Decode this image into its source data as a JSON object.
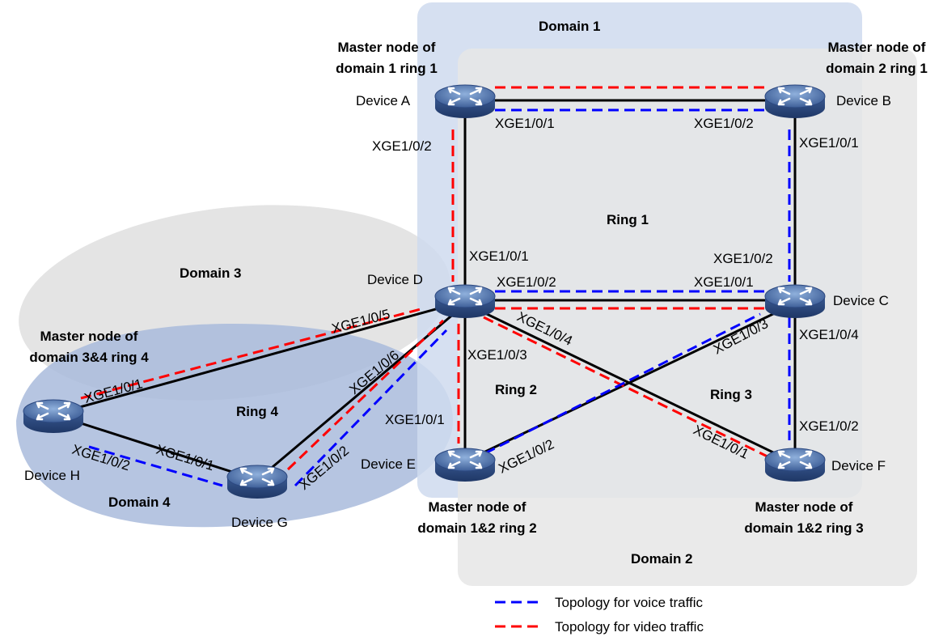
{
  "domains": {
    "d1": "Domain 1",
    "d2": "Domain 2",
    "d3": "Domain 3",
    "d4": "Domain 4"
  },
  "rings": {
    "r1": "Ring 1",
    "r2": "Ring 2",
    "r3": "Ring 3",
    "r4": "Ring 4"
  },
  "devices": {
    "a": "Device A",
    "b": "Device B",
    "c": "Device C",
    "d": "Device D",
    "e": "Device E",
    "f": "Device F",
    "g": "Device G",
    "h": "Device H"
  },
  "masters": {
    "a": [
      "Master node of",
      "domain 1 ring 1"
    ],
    "b": [
      "Master node of",
      "domain 2 ring 1"
    ],
    "h": [
      "Master node of",
      "domain 3&4 ring 4"
    ],
    "e": [
      "Master node of",
      "domain 1&2 ring 2"
    ],
    "f": [
      "Master node of",
      "domain 1&2 ring 3"
    ]
  },
  "ports": {
    "a_right": "XGE1/0/1",
    "a_down": "XGE1/0/2",
    "b_left": "XGE1/0/2",
    "b_down": "XGE1/0/1",
    "d_up": "XGE1/0/1",
    "d_right": "XGE1/0/2",
    "d_down": "XGE1/0/3",
    "d_f": "XGE1/0/4",
    "d_h": "XGE1/0/5",
    "d_g": "XGE1/0/6",
    "c_up": "XGE1/0/2",
    "c_left": "XGE1/0/1",
    "c_e": "XGE1/0/3",
    "c_down": "XGE1/0/4",
    "e_up": "XGE1/0/1",
    "e_c": "XGE1/0/2",
    "f_up": "XGE1/0/2",
    "f_d": "XGE1/0/1",
    "h_d": "XGE1/0/1",
    "h_g": "XGE1/0/2",
    "g_h": "XGE1/0/1",
    "g_d": "XGE1/0/2"
  },
  "legend": {
    "voice": "Topology for voice traffic",
    "video": "Topology for video traffic"
  },
  "colors": {
    "voice": "#0000ff",
    "video": "#ff0000",
    "domain1_fill": "#d4dff0",
    "domain2_fill": "#e7e7e7",
    "domain3_fill": "#e4e4e4",
    "domain4_fill": "#a9bbdc",
    "device": "#4f6fa8"
  }
}
